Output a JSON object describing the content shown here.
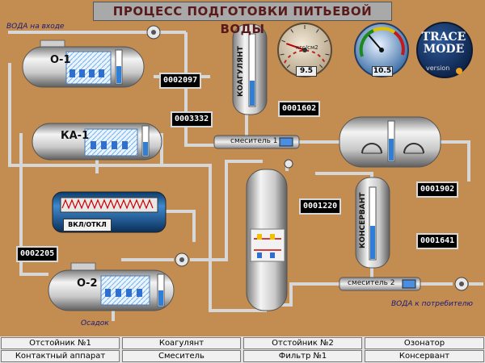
{
  "title": "ПРОЦЕСС ПОДГОТОВКИ ПИТЬЕВОЙ ВОДЫ",
  "labels": {
    "water_in": "ВОДА на входе",
    "sediment": "Осадок",
    "water_out": "ВОДА к потребителю"
  },
  "tanks": {
    "o1": "О-1",
    "ka1": "КА-1",
    "o2": "О-2",
    "coagulant": "КОАГУЛЯНТ",
    "preservative": "КОНСЕРВАНТ",
    "mixer1": "смеситель 1",
    "mixer2": "смеситель 2"
  },
  "values": {
    "o1": "0002097",
    "ka1": "0003332",
    "coagulant": "0001602",
    "ozonator": "0001902",
    "filter": "0001220",
    "preservative": "0001641",
    "o2": "0002205"
  },
  "gauges": {
    "pressure": {
      "unit": "кгс/см2",
      "value": "9.5",
      "reading": 9.5,
      "max": 40
    },
    "flow": {
      "value": "10.5",
      "reading": 10.5,
      "max": 30
    }
  },
  "toggle_label": "ВКЛ/ОТКЛ",
  "logo": {
    "line1": "TRACE",
    "line2": "MODE",
    "version": "version"
  },
  "nav": {
    "row1": [
      "Отстойник №1",
      "Коагулянт",
      "Отстойник №2",
      "Озонатор"
    ],
    "row2": [
      "Контактный аппарат",
      "Смеситель",
      "Фильтр №1",
      "Консервант"
    ]
  },
  "colors": {
    "background": "#c38c50",
    "pipe": "#d6d6d6",
    "value_bg": "#000000",
    "title_text": "#5a1a1a"
  }
}
